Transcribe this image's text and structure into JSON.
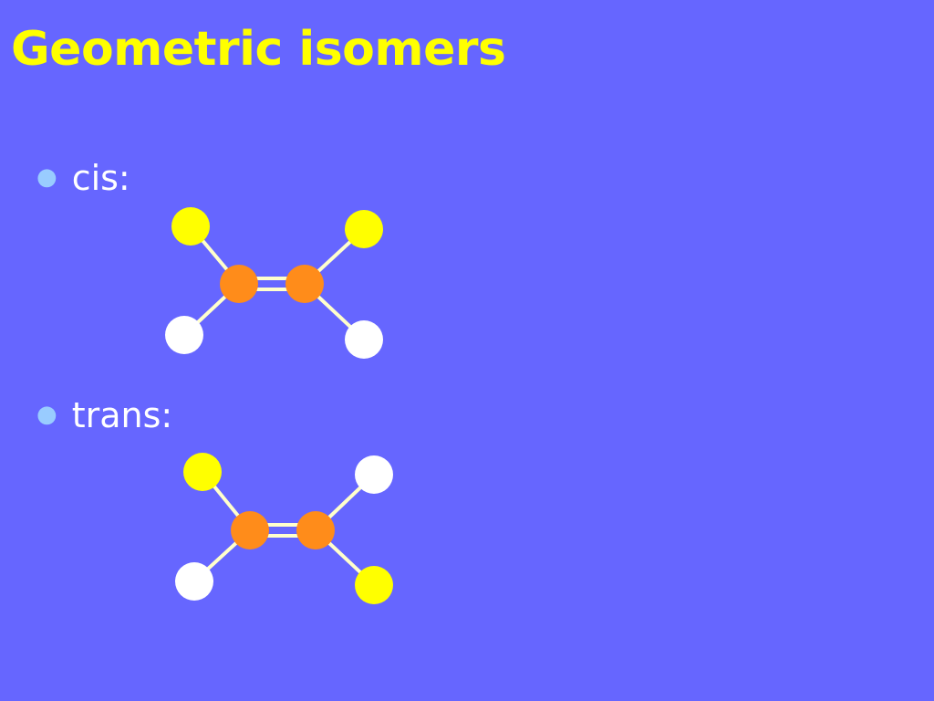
{
  "slide": {
    "title": "Geometric isomers",
    "background_color": "#6666ff",
    "title_color": "#ffff00",
    "bullet_color": "#99ccff",
    "bullets": [
      {
        "label": "cis:"
      },
      {
        "label": "trans:"
      }
    ]
  },
  "diagrams": {
    "colors": {
      "carbon": "#ff8c1a",
      "substituent_yellow": "#ffff00",
      "substituent_white": "#ffffff",
      "bond": "#ffffcc"
    },
    "cis": {
      "isomer": "cis",
      "top_left": "yellow",
      "top_right": "yellow",
      "bottom_left": "white",
      "bottom_right": "white"
    },
    "trans": {
      "isomer": "trans",
      "top_left": "yellow",
      "top_right": "white",
      "bottom_left": "white",
      "bottom_right": "yellow"
    }
  }
}
